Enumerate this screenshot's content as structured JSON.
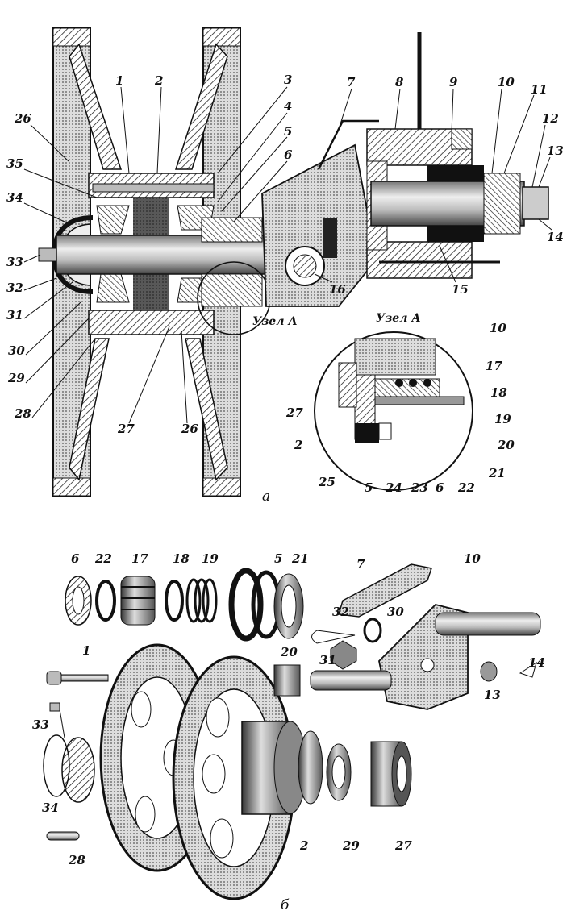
{
  "figure": {
    "part_a_letter": "а",
    "part_b_letter": "б",
    "detail_title": "Узел А",
    "callout_label": "Узел А"
  },
  "labels_a": [
    "1",
    "2",
    "3",
    "4",
    "5",
    "6",
    "7",
    "8",
    "9",
    "10",
    "11",
    "12",
    "13",
    "14",
    "15",
    "16",
    "26",
    "35",
    "34",
    "33",
    "32",
    "31",
    "30",
    "29",
    "28",
    "27",
    "26"
  ],
  "labels_detail": [
    "10",
    "17",
    "18",
    "19",
    "20",
    "21",
    "22",
    "6",
    "23",
    "24",
    "5",
    "25",
    "2",
    "27"
  ],
  "labels_b": [
    "6",
    "22",
    "17",
    "18",
    "19",
    "5",
    "21",
    "7",
    "10",
    "32",
    "30",
    "31",
    "13",
    "14",
    "1",
    "20",
    "33",
    "34",
    "28",
    "2",
    "29",
    "27"
  ],
  "colors": {
    "ink": "#111111",
    "paper": "#ffffff",
    "hatch": "#222222"
  }
}
